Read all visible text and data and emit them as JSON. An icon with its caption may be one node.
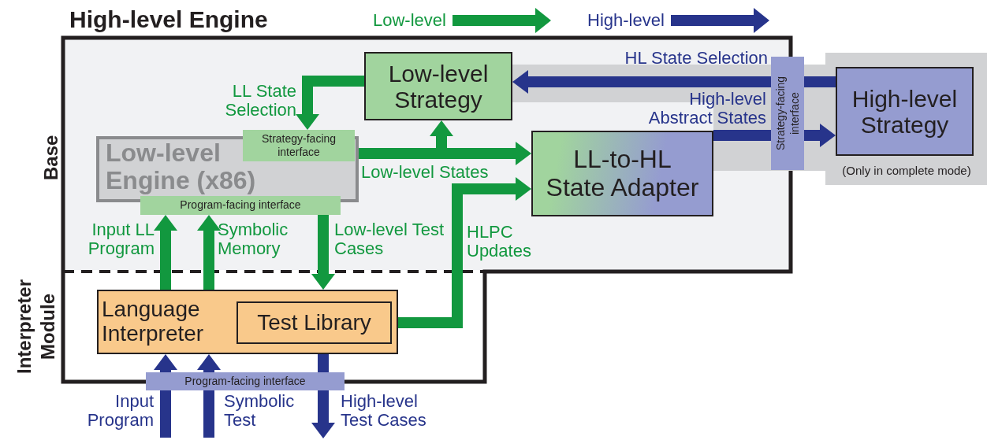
{
  "diagram": {
    "nodes": [
      {
        "text": [
          "High-level Engine"
        ]
      },
      {
        "text": [
          "Low-level Strategy"
        ],
        "in": 0
      },
      {
        "text": [
          "Low-level Engine (x86)"
        ],
        "in": 0
      },
      {
        "text": [
          "Strategy-facing interface"
        ],
        "in": 0
      },
      {
        "text": [
          "Program-facing interface"
        ],
        "in": 0
      },
      {
        "text": [
          "LL-to-HL State Adapter"
        ],
        "in": 0
      },
      {
        "text": [
          "Language Interpreter"
        ],
        "in": 0
      },
      {
        "text": [
          "Test Library"
        ],
        "in": 6
      },
      {
        "text": [
          "Program-facing interface"
        ]
      },
      {
        "text": [
          "Strategy-facing interface"
        ]
      },
      {
        "text": [
          "High-level Strategy"
        ],
        "beside": [
          "(Only in complete mode)"
        ]
      }
    ],
    "edges": [
      {
        "from": 1,
        "to": 3,
        "arrow": "to",
        "label": "LL State Selection",
        "color": "#12983f"
      },
      {
        "from": 3,
        "to": 1,
        "arrow": "to",
        "color": "#12983f"
      },
      {
        "from": 3,
        "to": 5,
        "arrow": "to",
        "label": "Low-level States",
        "color": "#12983f"
      },
      {
        "from": 6,
        "to": 4,
        "arrow": "to",
        "label": "Input LL Program",
        "color": "#12983f"
      },
      {
        "from": 6,
        "to": 4,
        "arrow": "to",
        "label": "Symbolic Memory",
        "color": "#12983f"
      },
      {
        "from": 4,
        "to": 6,
        "arrow": "to",
        "label": "Low-level Test Cases",
        "color": "#12983f"
      },
      {
        "from": 7,
        "to": 5,
        "arrow": "to",
        "label": "HLPC Updates",
        "color": "#12983f"
      },
      {
        "from": 5,
        "to": 9,
        "arrow": "none",
        "label": "High-level Abstract States",
        "color": "#27348b"
      },
      {
        "from": 9,
        "to": 10,
        "arrow": "to",
        "color": "#27348b"
      },
      {
        "from": 10,
        "to": 9,
        "arrow": "none",
        "color": "#27348b"
      },
      {
        "from": 9,
        "to": 1,
        "arrow": "to",
        "label": "HL State Selection",
        "color": "#27348b"
      },
      {
        "from": null,
        "to": 8,
        "arrow": "none",
        "label": "Input Program",
        "color": "#27348b"
      },
      {
        "from": 8,
        "to": 6,
        "arrow": "to",
        "color": "#27348b"
      },
      {
        "from": null,
        "to": 8,
        "arrow": "none",
        "label": "Symbolic Test",
        "color": "#27348b"
      },
      {
        "from": 8,
        "to": 6,
        "arrow": "to",
        "color": "#27348b"
      },
      {
        "from": 6,
        "to": 8,
        "arrow": "none",
        "color": "#27348b"
      },
      {
        "from": 8,
        "to": null,
        "arrow": "to",
        "label": "High-level Test Cases",
        "color": "#27348b"
      }
    ],
    "labels": [
      "Base",
      "Interpreter Module"
    ],
    "legend": [
      {
        "text": "Low-level",
        "color": "#12983f"
      },
      {
        "text": "High-level",
        "color": "#27348b"
      }
    ]
  }
}
